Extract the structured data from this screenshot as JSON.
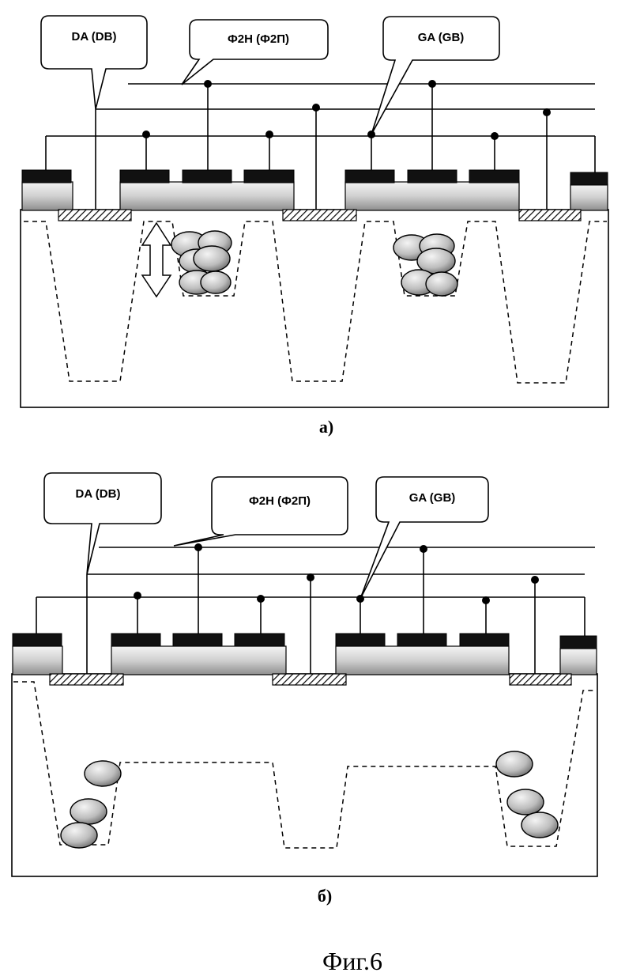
{
  "callouts": {
    "drain": "DA (DB)",
    "phase": "Ф2Н (Ф2П)",
    "gate": "GA (GB)"
  },
  "captions": {
    "panel_a": "а)",
    "panel_b": "б)"
  },
  "figure_label": "Фиг.6"
}
